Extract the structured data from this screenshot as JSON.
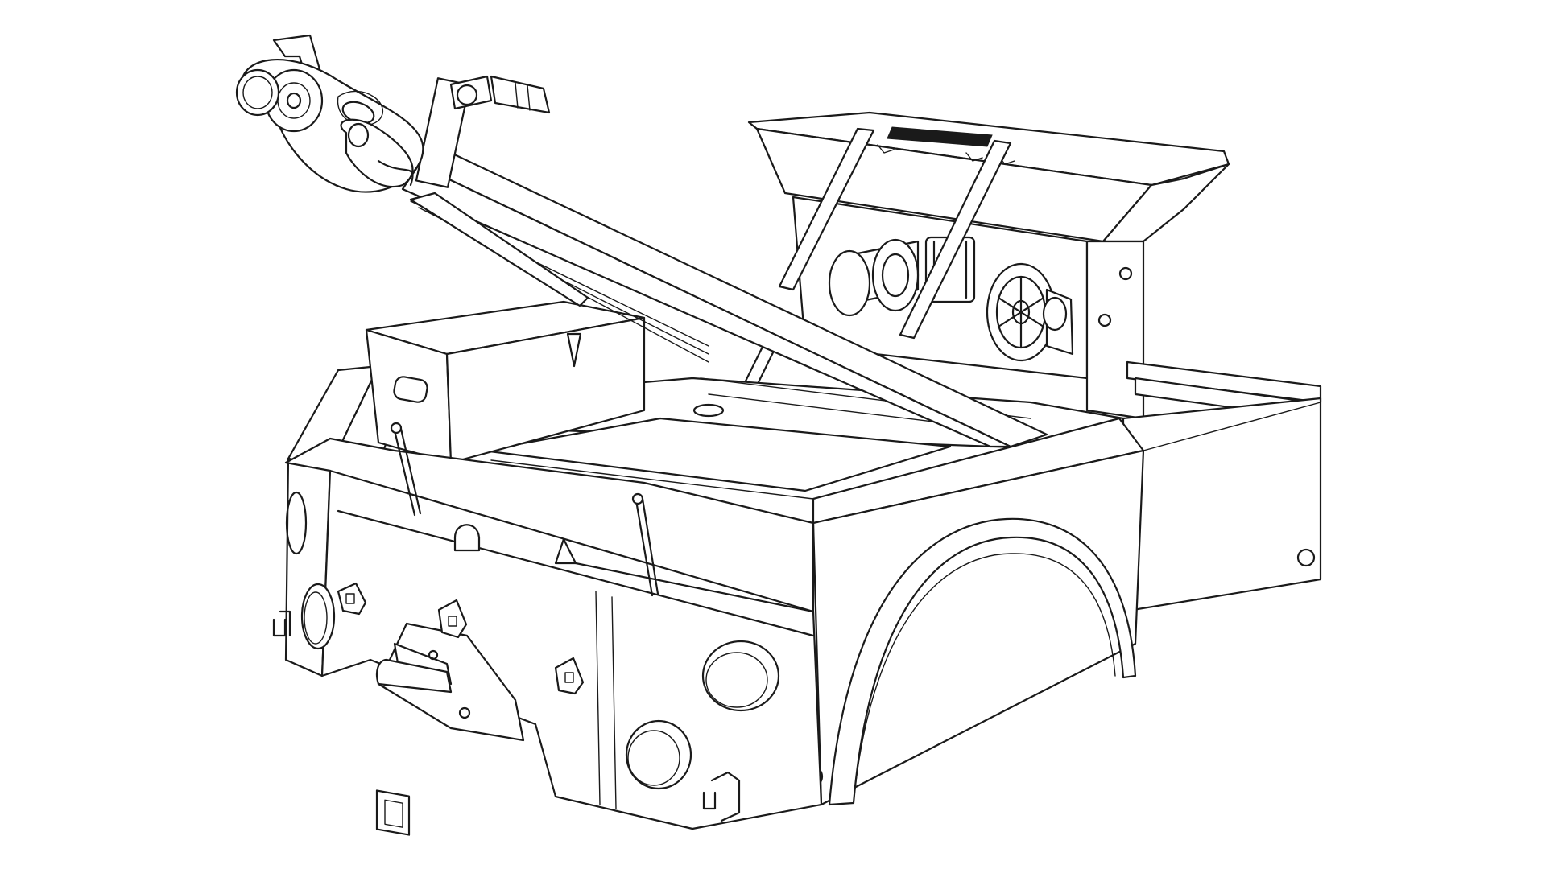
{
  "figure": {
    "subject": "tow-truck-wrecker-body-line-drawing",
    "background_color": "#ffffff",
    "line_color": "#1a1a1a",
    "components": [
      "wrecker-body",
      "boom-arm",
      "tow-hook-assembly",
      "winch-drum",
      "control-valve-wheel",
      "toolbox",
      "rear-fender",
      "light-openings",
      "receiver-hitch",
      "safety-chain-hooks"
    ]
  }
}
